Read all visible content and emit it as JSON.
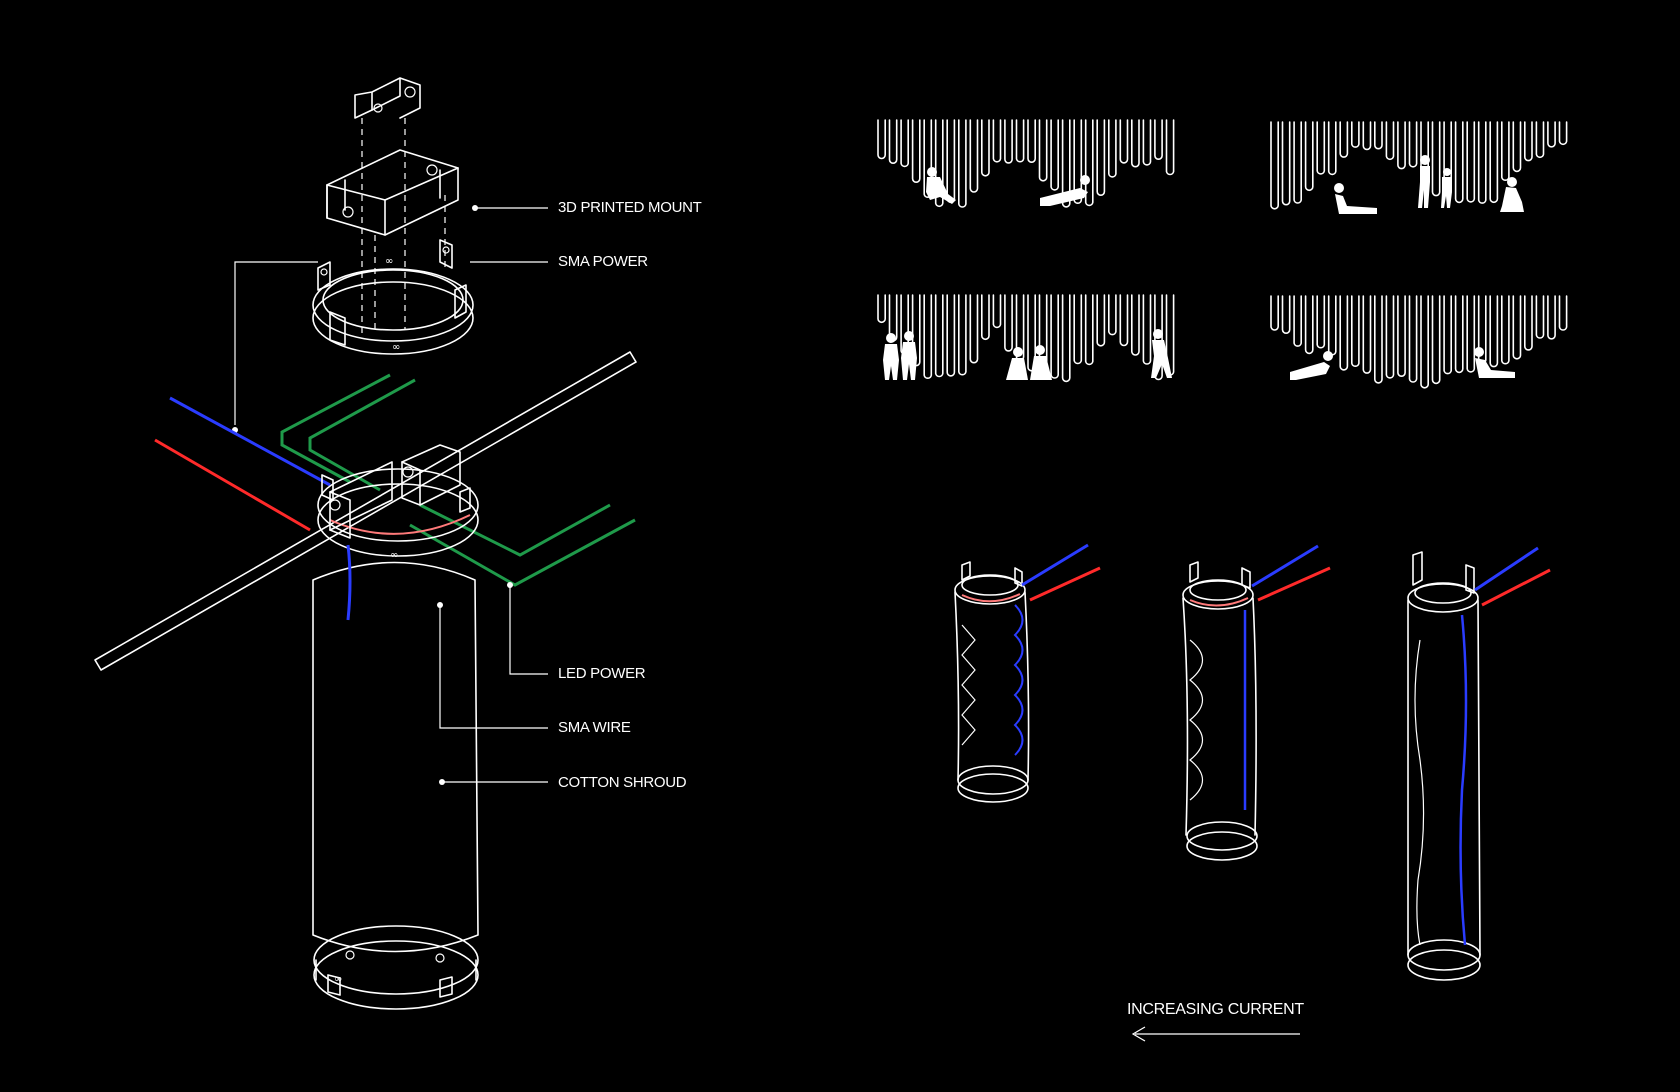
{
  "labels": {
    "mount": "3D PRINTED MOUNT",
    "sma_power": "SMA POWER",
    "led_power": "LED POWER",
    "sma_wire": "SMA WIRE",
    "cotton_shroud": "COTTON SHROUD",
    "increasing_current": "INCREASING CURRENT"
  },
  "colors": {
    "background": "#000000",
    "line": "#ffffff",
    "sma_power_wire": "#2a3cff",
    "led_power_wire": "#1f9a4a",
    "return_wire": "#ff2a2a"
  },
  "states": [
    "state-1",
    "state-2",
    "state-3"
  ]
}
